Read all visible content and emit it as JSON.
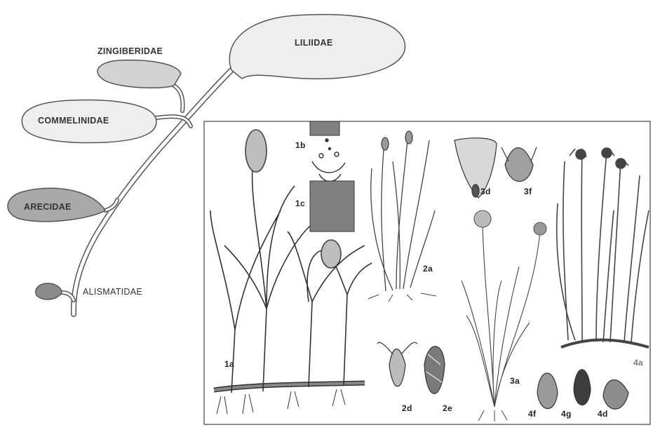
{
  "tree": {
    "clades": [
      {
        "name": "LILIIDAE",
        "fill": "#eeeeee"
      },
      {
        "name": "ZINGIBERIDAE",
        "fill": "#d2d2d2"
      },
      {
        "name": "COMMELINIDAE",
        "fill": "#eeeeee"
      },
      {
        "name": "ARECIDAE",
        "fill": "#a9a9a9"
      },
      {
        "name": "ALISMATIDAE",
        "fill": "#8c8c8c"
      }
    ]
  },
  "plate": {
    "labels": [
      "1a",
      "1b",
      "1c",
      "2a",
      "2d",
      "2e",
      "3a",
      "3d",
      "3f",
      "4a",
      "4f",
      "4g",
      "4d"
    ]
  }
}
